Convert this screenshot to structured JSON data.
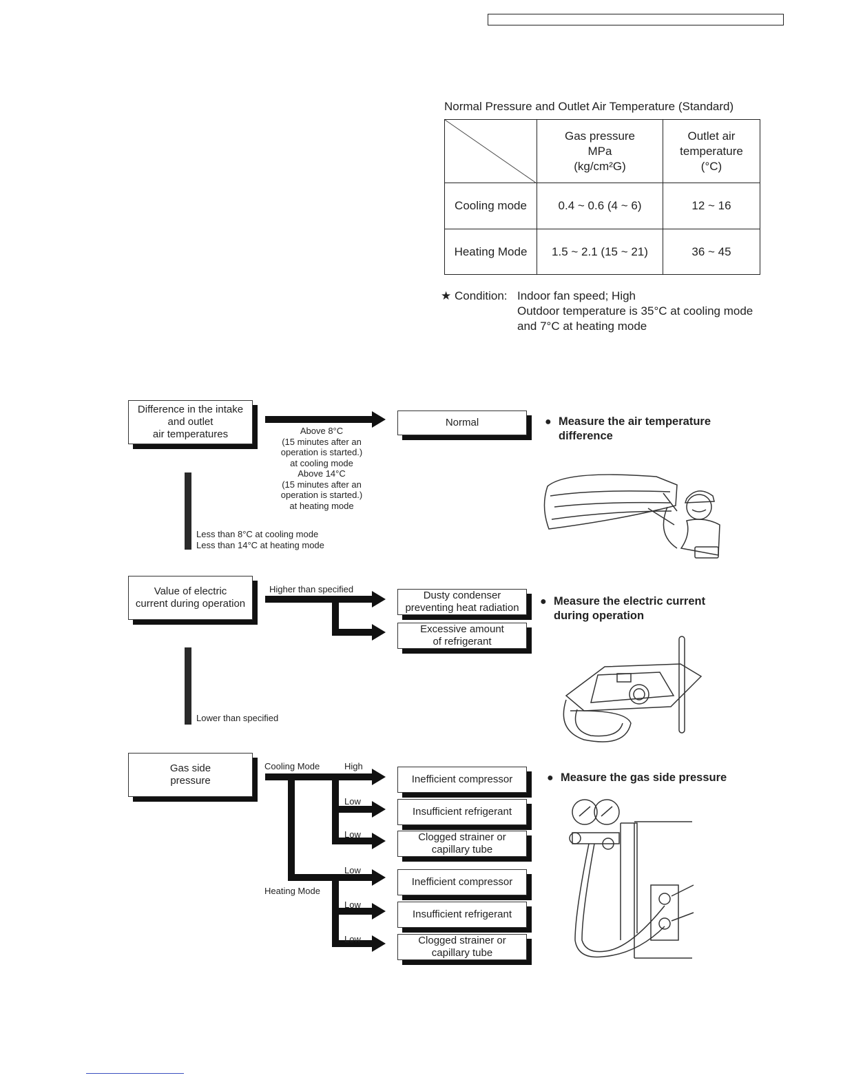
{
  "table": {
    "title": "Normal Pressure and Outlet Air Temperature (Standard)",
    "col_gas": [
      "Gas pressure",
      "MPa",
      "(kg/cm²G)"
    ],
    "col_outlet": [
      "Outlet air",
      "temperature",
      "(°C)"
    ],
    "rows": [
      {
        "mode": "Cooling mode",
        "gas": "0.4 ~ 0.6 (4 ~ 6)",
        "outlet": "12 ~ 16"
      },
      {
        "mode": "Heating Mode",
        "gas": "1.5 ~ 2.1 (15 ~ 21)",
        "outlet": "36 ~ 45"
      }
    ]
  },
  "condition": {
    "label": "★ Condition:",
    "lines": [
      "Indoor fan speed; High",
      "Outdoor temperature is 35°C at cooling mode",
      "and 7°C at heating mode"
    ]
  },
  "flow1": {
    "box": [
      "Difference in the intake",
      "and outlet",
      "air temperatures"
    ],
    "above": [
      "Above 8°C",
      "(15 minutes after an",
      "operation is started.)",
      "at cooling mode",
      "Above 14°C",
      "(15 minutes after an",
      "operation is started.)",
      "at heating mode"
    ],
    "result": "Normal",
    "less": [
      "Less than 8°C at cooling mode",
      "Less than 14°C at heating mode"
    ],
    "bullet": [
      "Measure the air temperature",
      "difference"
    ],
    "illustration": "air-temperature-measurement-illustration"
  },
  "flow2": {
    "box": [
      "Value of electric",
      "current during operation"
    ],
    "higher": "Higher than specified",
    "results": [
      [
        "Dusty condenser",
        "preventing heat radiation"
      ],
      [
        "Excessive amount",
        "of refrigerant"
      ]
    ],
    "lower": "Lower than specified",
    "bullet": [
      "Measure the electric current",
      "during operation"
    ],
    "illustration": "clamp-meter-illustration"
  },
  "flow3": {
    "box": [
      "Gas side",
      "pressure"
    ],
    "cooling_mode": "Cooling Mode",
    "heating_mode": "Heating Mode",
    "branch_labels": [
      "High",
      "Low",
      "Low",
      "Low",
      "Low",
      "Low"
    ],
    "results": [
      [
        "Inefficient compressor"
      ],
      [
        "Insufficient refrigerant"
      ],
      [
        "Clogged strainer or",
        "capillary tube"
      ],
      [
        "Inefficient compressor"
      ],
      [
        "Insufficient refrigerant"
      ],
      [
        "Clogged strainer or",
        "capillary tube"
      ]
    ],
    "bullet": [
      "Measure the gas side pressure"
    ],
    "illustration": "gauge-manifold-illustration"
  },
  "colors": {
    "ink": "#222222",
    "shadow": "#111111",
    "header_rule": "#3a4fc0"
  }
}
